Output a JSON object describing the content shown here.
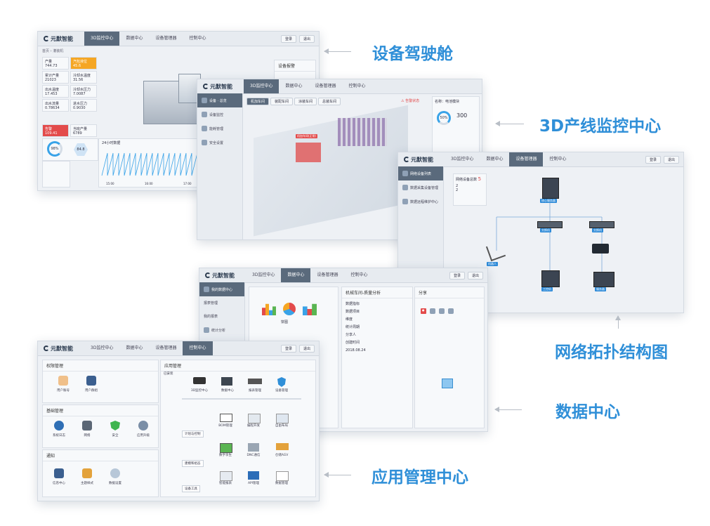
{
  "brand": "元默智能",
  "tabs": [
    "3D监控中心",
    "数据中心",
    "设备管理器",
    "控制中心"
  ],
  "toolbar": {
    "user": "登录",
    "exit": "退出"
  },
  "captions": {
    "cockpit": "设备驾驶舱",
    "monitor": "3D产线监控中心",
    "topology": "网络拓扑结构图",
    "data": "数据中心",
    "apps": "应用管理中心"
  },
  "cockpit": {
    "kpis": [
      {
        "label": "产量",
        "value": "744.73"
      },
      {
        "label": "汽包液位",
        "value": "45.6"
      },
      {
        "label": "累计产量",
        "value": "21023"
      },
      {
        "label": "冷却水温度",
        "value": "31.56"
      },
      {
        "label": "出水温度",
        "value": "17.453"
      },
      {
        "label": "冷却水压力",
        "value": "7.0087"
      },
      {
        "label": "出水流量",
        "value": "0.78634"
      },
      {
        "label": "进水压力",
        "value": "0.9030"
      }
    ],
    "alarm": {
      "label": "告警",
      "value": "109.41"
    },
    "output": {
      "label": "当班产量",
      "value": "6789"
    },
    "gauge": "98%",
    "hex": "84.8",
    "chart_title": "24小时数据",
    "crumbs": [
      "首页",
      "灌装机"
    ],
    "right_title": "设备报警",
    "axis": [
      "15:00",
      "16:00",
      "17:00"
    ]
  },
  "monitor": {
    "side": [
      "设备 · 总览",
      "设备监控",
      "能耗管理",
      "安全设置"
    ],
    "tabs": [
      "机加车间",
      "装配车间",
      "涂装车间",
      "总装车间"
    ],
    "alert": "告警状态",
    "hot_tag": "机加车间(正常)",
    "gauge": "50%",
    "count": "300",
    "right_title": "名称：电池模块"
  },
  "topology": {
    "side": [
      "网络设备列表",
      "数据采集设备管理",
      "数据远程维护中心"
    ],
    "status": "网络设备总数",
    "status_value": "5",
    "online": "2",
    "offline": "2",
    "nodes": [
      "核心服务器",
      "交换机",
      "交换机",
      "机器人",
      "工控机",
      "服务器"
    ]
  },
  "datacenter": {
    "side": [
      "我的数据中心",
      "报表管理",
      "我的报表",
      "统计分析"
    ],
    "sub": "机械车间-质量分析",
    "fields": [
      "数据指标",
      "数据项目",
      "维度",
      "统计周期",
      "分享人",
      "创建时间"
    ],
    "date": "2018.08.24",
    "share": "分享",
    "pie": "饼图"
  },
  "apps": {
    "sections": [
      {
        "title": "权限管理",
        "items": [
          "用户账号",
          "用户群组"
        ]
      },
      {
        "title": "基础管理",
        "items": [
          "系统日志",
          "网络",
          "安全",
          "应用升级"
        ]
      },
      {
        "title": "通知",
        "items": [
          "信息中心",
          "主题样式",
          "数据设置"
        ]
      }
    ],
    "main_title": "应用管理",
    "groups": [
      "已安装",
      "计划与控制",
      "建模和组态",
      "设备工具"
    ],
    "row1": [
      "3D监控中心",
      "数据中心",
      "报表管理",
      "设备管理"
    ],
    "row2": [
      "BOM管理",
      "编程开发",
      "自由布局"
    ],
    "row3": [
      "数字孪生",
      "DNC通信",
      "仓储AGV"
    ],
    "row4": [
      "智能报表",
      "API管理",
      "数据管理"
    ]
  },
  "colors": {
    "accent": "#2f8fd8",
    "tabActive": "#5a6a7c",
    "orange": "#f5a623",
    "red": "#e34b4b"
  }
}
